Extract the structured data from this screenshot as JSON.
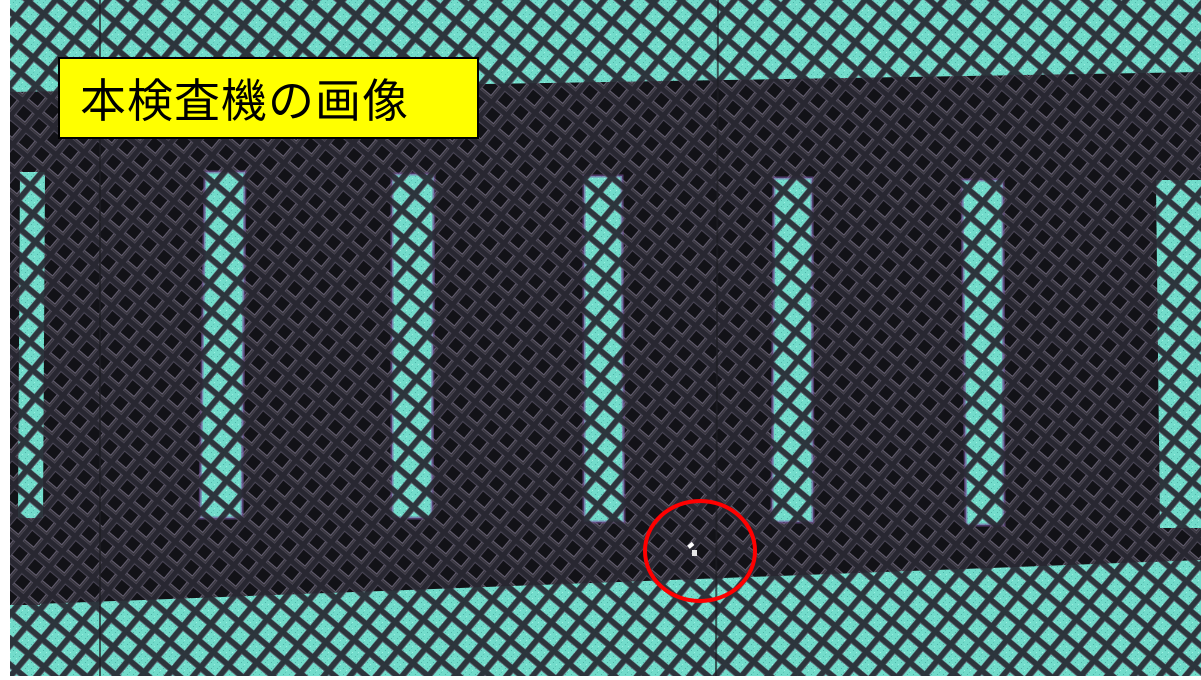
{
  "caption": {
    "text": "本検査機の画像"
  },
  "colors": {
    "caption_background": "#ffff00",
    "caption_text": "#000000",
    "substrate_teal": "#6fd9c8",
    "mesh_dark": "#2a2a30",
    "cell_dark": "#141419",
    "defect_highlight": "#ff0000"
  },
  "annotations": [
    {
      "type": "circle",
      "meaning": "defect-marker"
    }
  ]
}
